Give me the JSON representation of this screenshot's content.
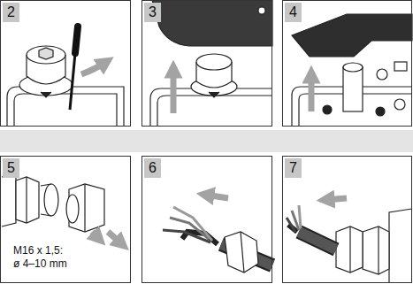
{
  "diagram": {
    "nodes": [
      {
        "text": [
          "2"
        ]
      },
      {
        "text": [
          "3"
        ]
      },
      {
        "text": [
          "4"
        ]
      },
      {
        "text": [
          "5",
          "M16 x 1,5: ø 4–10 mm"
        ]
      },
      {
        "text": [
          "6"
        ]
      },
      {
        "text": [
          "7"
        ]
      }
    ]
  }
}
